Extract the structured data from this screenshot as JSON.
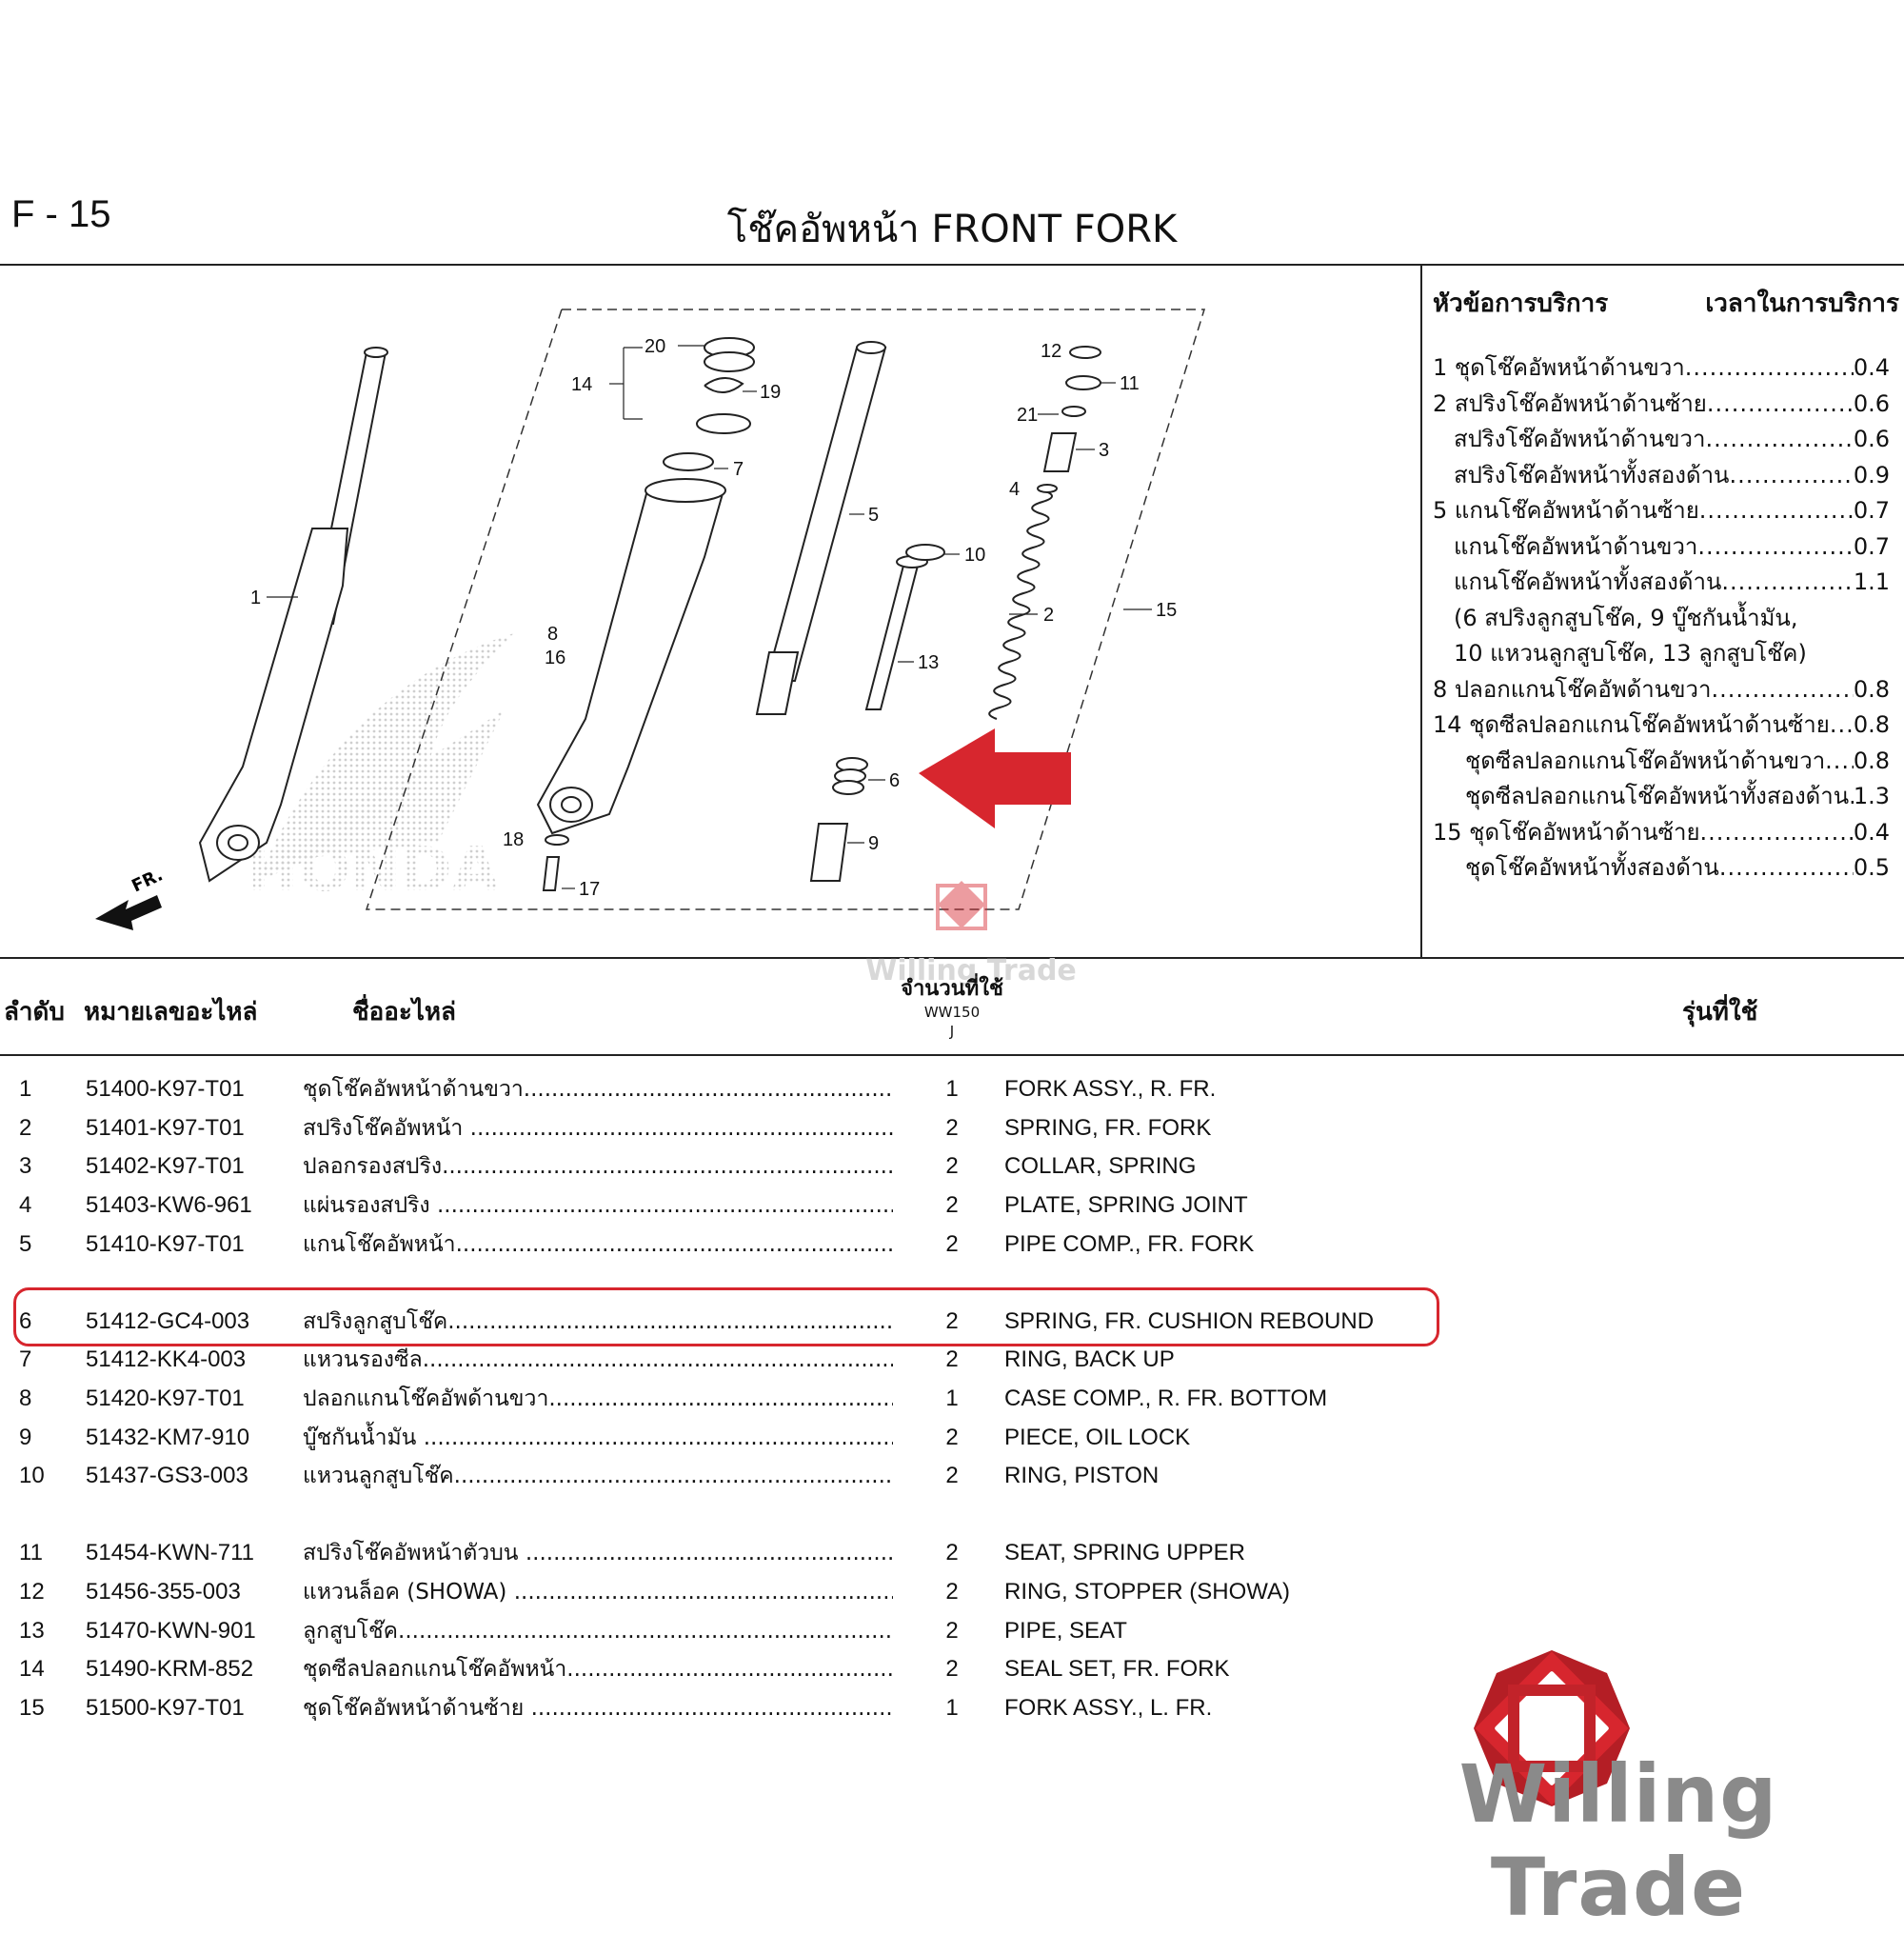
{
  "header": {
    "page_code": "F - 15",
    "title": "โช๊คอัพหน้า  FRONT FORK"
  },
  "diagram": {
    "callouts": [
      "1",
      "2",
      "3",
      "4",
      "5",
      "6",
      "7",
      "8",
      "9",
      "10",
      "11",
      "12",
      "13",
      "14",
      "15",
      "16",
      "17",
      "18",
      "19",
      "20",
      "21"
    ],
    "direction_label": "FR.",
    "watermark_text": "HONDA"
  },
  "service": {
    "heading_topic": "หัวข้อการบริการ",
    "heading_time": "เวลาในการบริการ",
    "items": [
      {
        "label": "1 ชุดโช๊คอัพหน้าด้านขวา",
        "value": "0.4",
        "indent": 0
      },
      {
        "label": "2 สปริงโช๊คอัพหน้าด้านซ้าย",
        "value": "0.6",
        "indent": 0
      },
      {
        "label": "สปริงโช๊คอัพหน้าด้านขวา",
        "value": "0.6",
        "indent": 1
      },
      {
        "label": "สปริงโช๊คอัพหน้าทั้งสองด้าน",
        "value": "0.9",
        "indent": 1
      },
      {
        "label": "5 แกนโช๊คอัพหน้าด้านซ้าย",
        "value": "0.7",
        "indent": 0
      },
      {
        "label": "แกนโช๊คอัพหน้าด้านขวา",
        "value": "0.7",
        "indent": 1
      },
      {
        "label": "แกนโช๊คอัพหน้าทั้งสองด้าน",
        "value": "1.1",
        "indent": 1
      },
      {
        "label": "(6 สปริงลูกสูบโช๊ค, 9 บู๊ชกันน้ำมัน,",
        "value": "",
        "indent": 3
      },
      {
        "label": "10 แหวนลูกสูบโช๊ค, 13 ลูกสูบโช๊ค)",
        "value": "",
        "indent": 3
      },
      {
        "label": "8 ปลอกแกนโช๊คอัพด้านขวา ",
        "value": "0.8",
        "indent": 0
      },
      {
        "label": "14 ชุดซีลปลอกแกนโช๊คอัพหน้าด้านซ้าย ",
        "value": "0.8",
        "indent": 0
      },
      {
        "label": "ชุดซีลปลอกแกนโช๊คอัพหน้าด้านขวา ",
        "value": "0.8",
        "indent": 2
      },
      {
        "label": "ชุดซีลปลอกแกนโช๊คอัพหน้าทั้งสองด้าน",
        "value": "1.3",
        "indent": 2
      },
      {
        "label": "15 ชุดโช๊คอัพหน้าด้านซ้าย ",
        "value": "0.4",
        "indent": 0
      },
      {
        "label": "ชุดโช๊คอัพหน้าทั้งสองด้าน ",
        "value": "0.5",
        "indent": 2
      }
    ]
  },
  "table": {
    "headers": {
      "no": "ลำดับ",
      "part_number": "หมายเลขอะไหล่",
      "part_name": "ชื่ออะไหล่",
      "quantity": "จำนวนที่ใช้",
      "model": "WW150",
      "model_variant": "J",
      "models_used": "รุ่นที่ใช้"
    },
    "rows": [
      {
        "no": "1",
        "part_number": "51400-K97-T01",
        "name_th": "ชุดโช๊คอัพหน้าด้านขวา",
        "qty": "1",
        "name_en": "FORK ASSY., R. FR."
      },
      {
        "no": "2",
        "part_number": "51401-K97-T01",
        "name_th": "สปริงโช๊คอัพหน้า ",
        "qty": "2",
        "name_en": "SPRING, FR. FORK"
      },
      {
        "no": "3",
        "part_number": "51402-K97-T01",
        "name_th": "ปลอกรองสปริง",
        "qty": "2",
        "name_en": "COLLAR, SPRING"
      },
      {
        "no": "4",
        "part_number": "51403-KW6-961",
        "name_th": "แผ่นรองสปริง ",
        "qty": "2",
        "name_en": "PLATE, SPRING JOINT"
      },
      {
        "no": "5",
        "part_number": "51410-K97-T01",
        "name_th": "แกนโช๊คอัพหน้า",
        "qty": "2",
        "name_en": "PIPE COMP., FR. FORK"
      },
      {
        "no": "6",
        "part_number": "51412-GC4-003",
        "name_th": "สปริงลูกสูบโช๊ค",
        "qty": "2",
        "name_en": "SPRING, FR. CUSHION REBOUND"
      },
      {
        "no": "7",
        "part_number": "51412-KK4-003",
        "name_th": "แหวนรองซีล",
        "qty": "2",
        "name_en": "RING, BACK UP"
      },
      {
        "no": "8",
        "part_number": "51420-K97-T01",
        "name_th": "ปลอกแกนโช๊คอัพด้านขวา",
        "qty": "1",
        "name_en": "CASE COMP., R. FR. BOTTOM"
      },
      {
        "no": "9",
        "part_number": "51432-KM7-910",
        "name_th": "บู๊ชกันน้ำมัน ",
        "qty": "2",
        "name_en": "PIECE, OIL LOCK"
      },
      {
        "no": "10",
        "part_number": "51437-GS3-003",
        "name_th": "แหวนลูกสูบโช๊ค",
        "qty": "2",
        "name_en": "RING, PISTON"
      },
      {
        "no": "11",
        "part_number": "51454-KWN-711",
        "name_th": "สปริงโช๊คอัพหน้าตัวบน ",
        "qty": "2",
        "name_en": "SEAT, SPRING UPPER"
      },
      {
        "no": "12",
        "part_number": "51456-355-003",
        "name_th": "แหวนล็อค (SHOWA) ",
        "qty": "2",
        "name_en": "RING, STOPPER (SHOWA)"
      },
      {
        "no": "13",
        "part_number": "51470-KWN-901",
        "name_th": "ลูกสูบโช๊ค",
        "qty": "2",
        "name_en": "PIPE, SEAT"
      },
      {
        "no": "14",
        "part_number": "51490-KRM-852",
        "name_th": "ชุดซีลปลอกแกนโช๊คอัพหน้า",
        "qty": "2",
        "name_en": "SEAL SET, FR. FORK"
      },
      {
        "no": "15",
        "part_number": "51500-K97-T01",
        "name_th": "ชุดโช๊คอัพหน้าด้านซ้าย ",
        "qty": "1",
        "name_en": "FORK ASSY., L. FR."
      }
    ]
  },
  "branding": {
    "name": "Willing Trade",
    "watermark": "Willing Trade"
  },
  "colors": {
    "accent_red": "#d7262e",
    "brand_gray": "#8a8a8a"
  }
}
